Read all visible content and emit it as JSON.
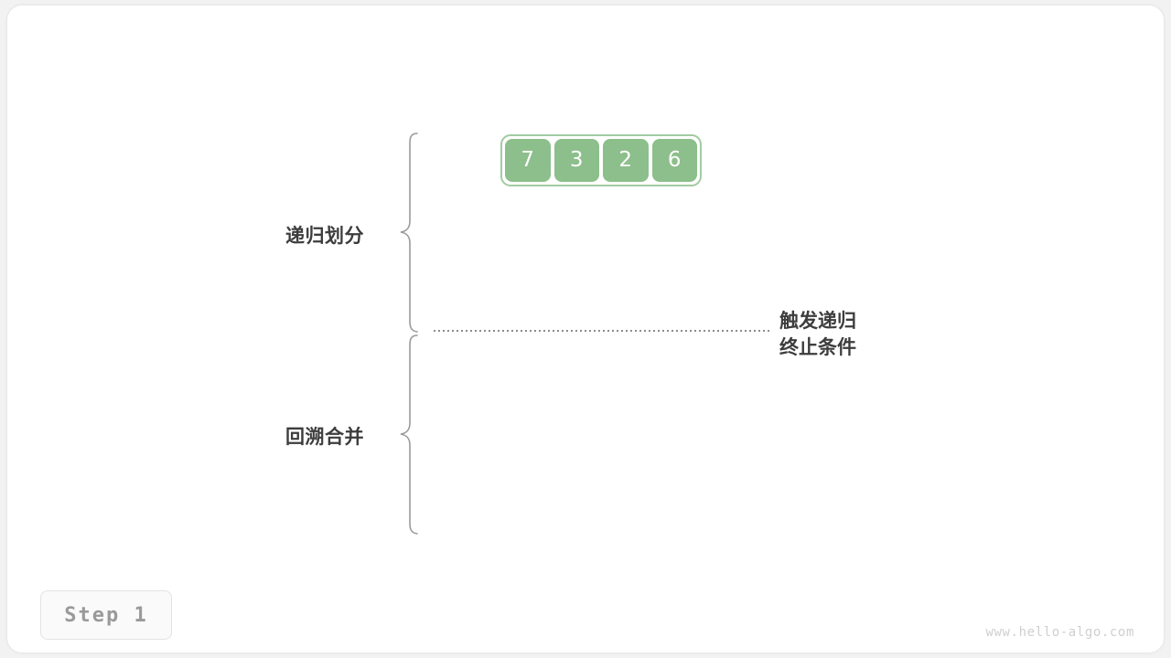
{
  "figure": {
    "background_color": "#f2f2f2",
    "card_color": "#ffffff"
  },
  "array": {
    "values": [
      "7",
      "3",
      "2",
      "6"
    ],
    "fill_color": "#8cbf8b",
    "group_border_color": "#a2cba1",
    "text_color": "#ffffff"
  },
  "sections": [
    {
      "label": "递归划分",
      "brace_color": "#9a9a9a"
    },
    {
      "label": "回溯合并",
      "brace_color": "#9a9a9a"
    }
  ],
  "annotation": {
    "line1": "触发递归",
    "line2": "终止条件",
    "text_color": "#3d3d3d"
  },
  "divider": {
    "style": "dotted",
    "color": "#8c8c8c"
  },
  "step_badge": {
    "label": "Step 1",
    "text_color": "#9a9a9a",
    "border_color": "#e3e3e3"
  },
  "watermark": {
    "text": "www.hello-algo.com",
    "color": "#cfcfcf"
  }
}
